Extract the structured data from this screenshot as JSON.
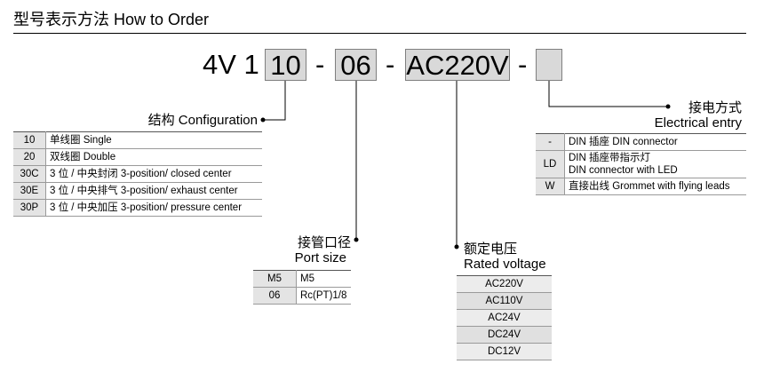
{
  "title": "型号表示方法 How to Order",
  "model": {
    "prefix": "4V 1",
    "box1": "10",
    "dash1": "-",
    "box2": "06",
    "dash2": "-",
    "box3": "AC220V",
    "dash3": "-",
    "box4": ""
  },
  "configuration": {
    "label_cn": "结构",
    "label_en": "Configuration",
    "rows": [
      {
        "code": "10",
        "desc": "单线圈 Single"
      },
      {
        "code": "20",
        "desc": "双线圈 Double"
      },
      {
        "code": "30C",
        "desc": "3 位 / 中央封闭 3-position/ closed center"
      },
      {
        "code": "30E",
        "desc": "3 位 / 中央排气 3-position/ exhaust center"
      },
      {
        "code": "30P",
        "desc": "3 位 / 中央加压 3-position/ pressure center"
      }
    ]
  },
  "port_size": {
    "label_cn": "接管口径",
    "label_en": "Port size",
    "rows": [
      {
        "code": "M5",
        "desc": "M5"
      },
      {
        "code": "06",
        "desc": "Rc(PT)1/8"
      }
    ]
  },
  "rated_voltage": {
    "label_cn": "额定电压",
    "label_en": "Rated voltage",
    "rows": [
      "AC220V",
      "AC110V",
      "AC24V",
      "DC24V",
      "DC12V"
    ]
  },
  "electrical_entry": {
    "label_cn": "接电方式",
    "label_en": "Electrical entry",
    "rows": [
      {
        "code": "-",
        "desc": [
          "DIN 插座 DIN connector"
        ]
      },
      {
        "code": "LD",
        "desc": [
          "DIN 插座带指示灯",
          "DIN connector with LED"
        ]
      },
      {
        "code": "W",
        "desc": [
          "直接出线 Grommet with flying leads"
        ]
      }
    ]
  }
}
